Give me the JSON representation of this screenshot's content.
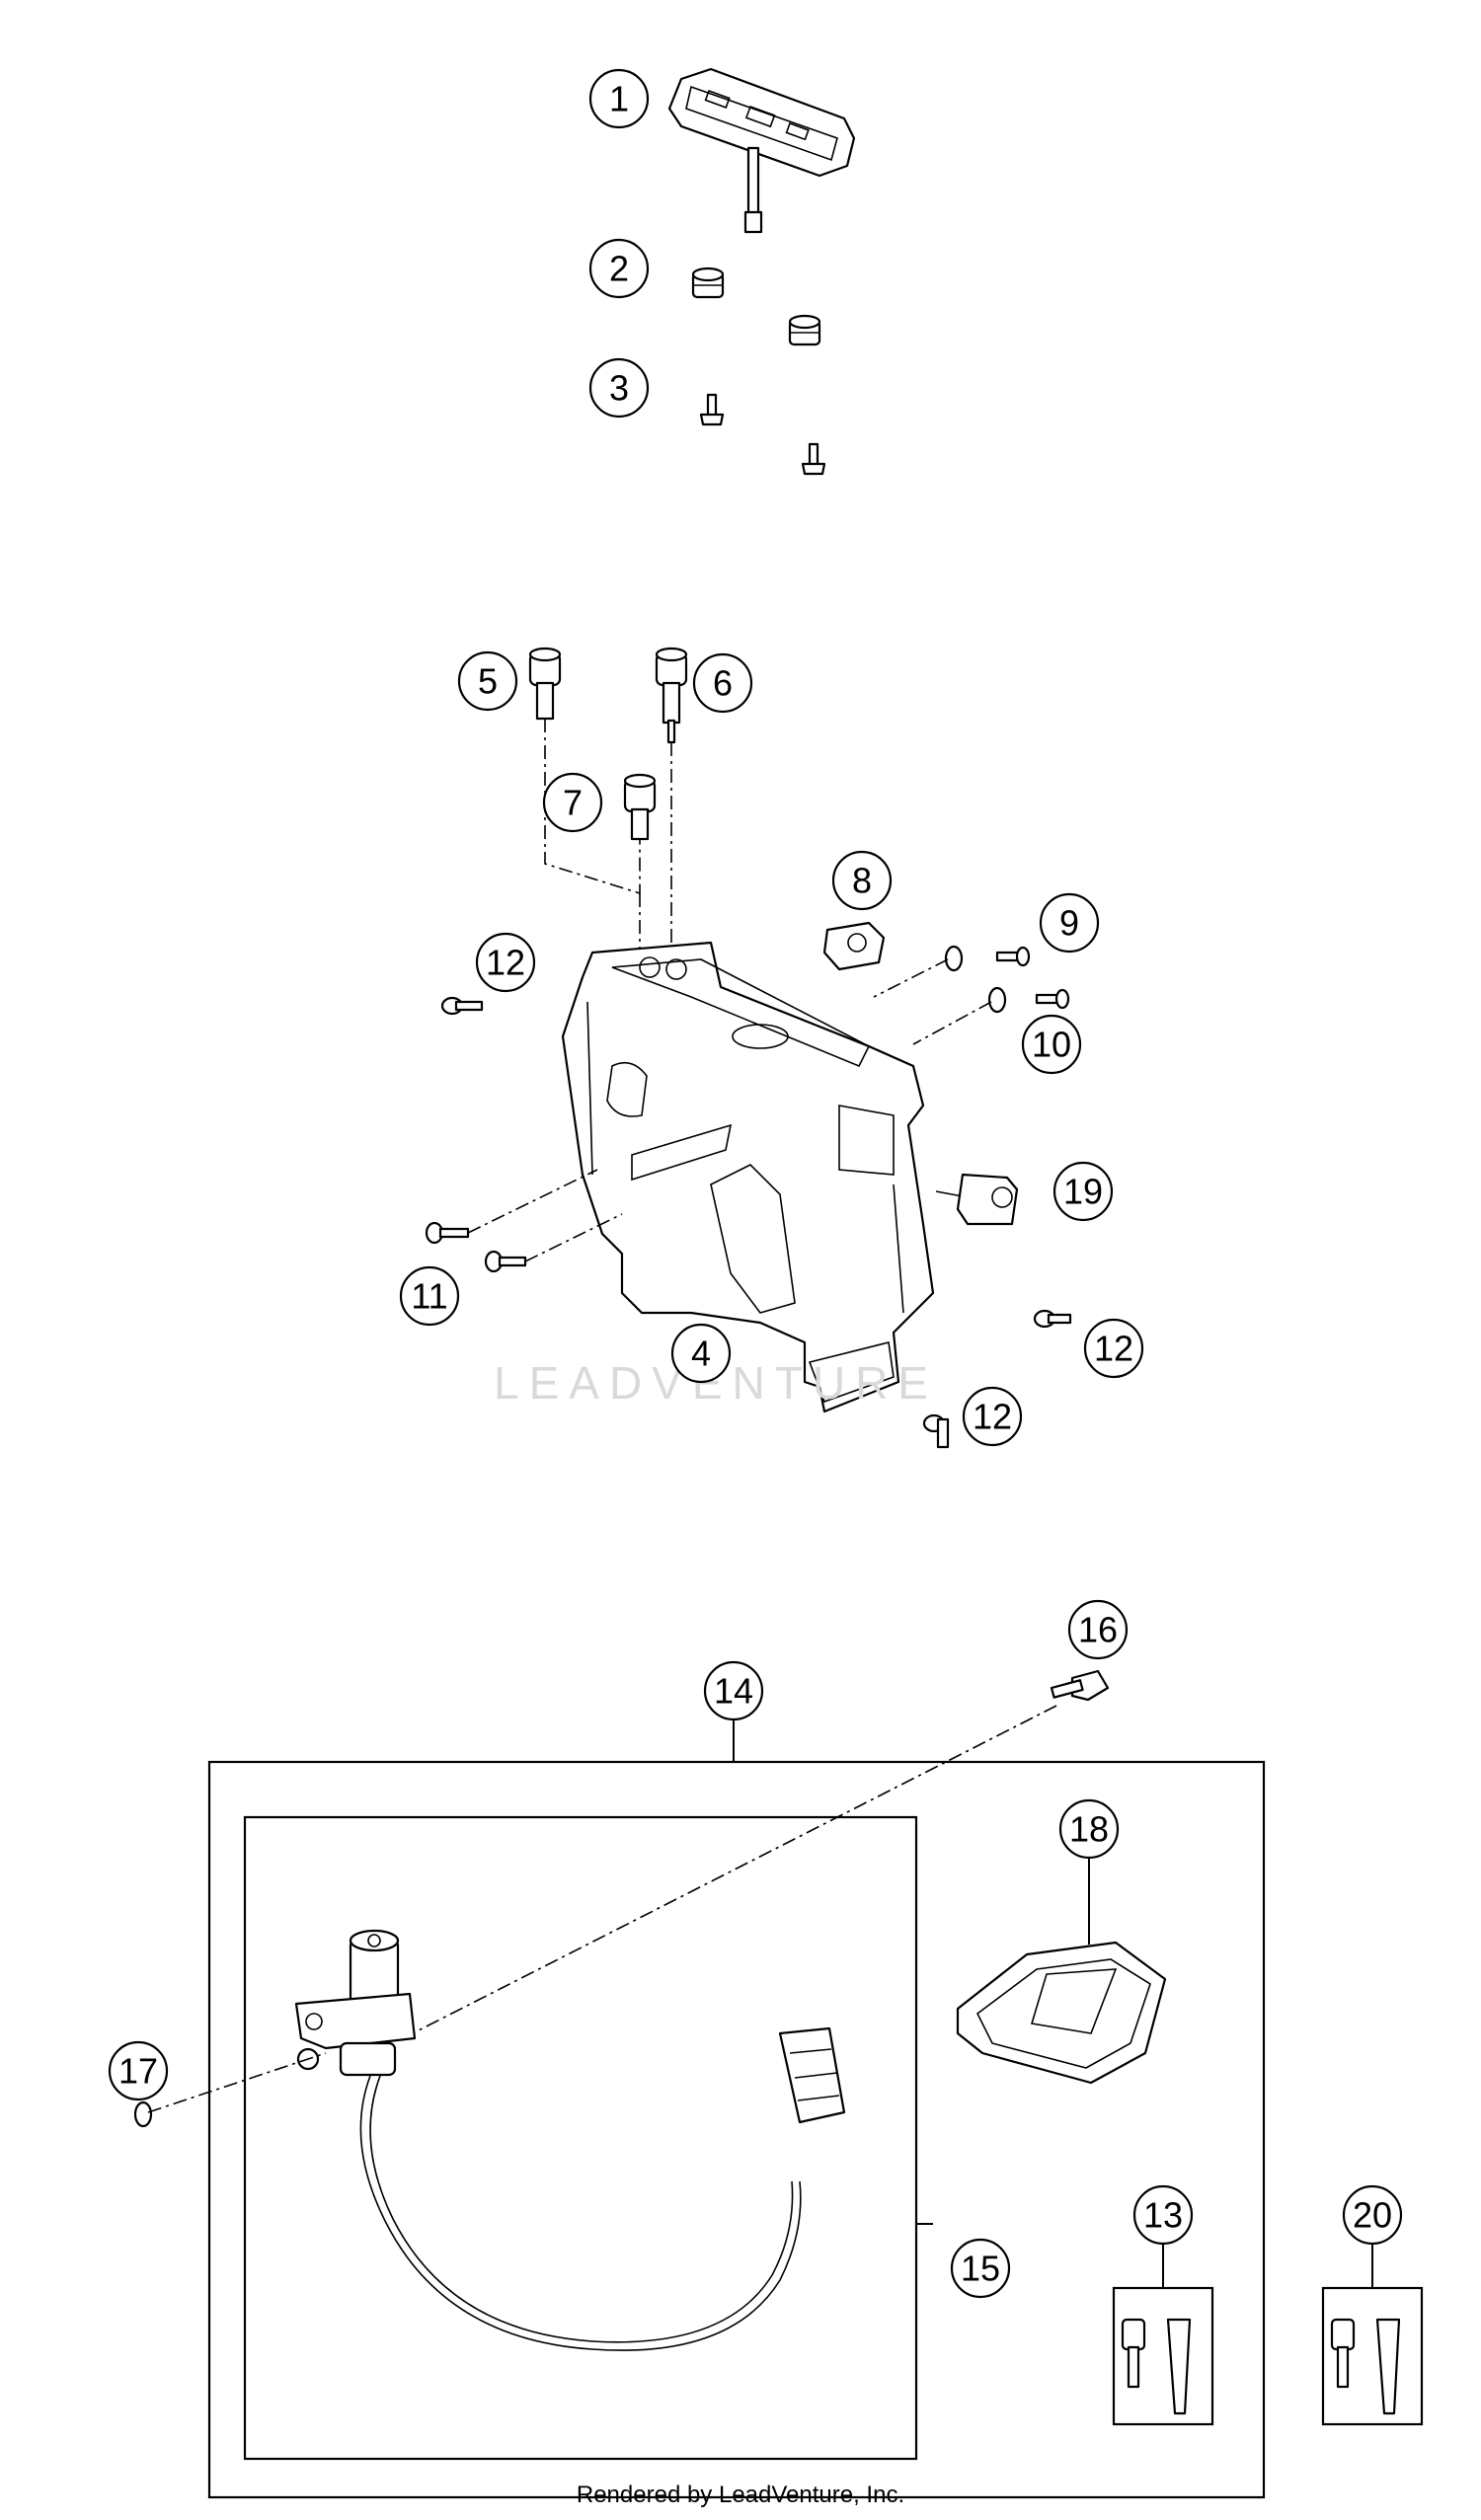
{
  "callouts": [
    {
      "id": "c1",
      "label": "1"
    },
    {
      "id": "c2",
      "label": "2"
    },
    {
      "id": "c3",
      "label": "3"
    },
    {
      "id": "c4",
      "label": "4"
    },
    {
      "id": "c5",
      "label": "5"
    },
    {
      "id": "c6",
      "label": "6"
    },
    {
      "id": "c7",
      "label": "7"
    },
    {
      "id": "c8",
      "label": "8"
    },
    {
      "id": "c9",
      "label": "9"
    },
    {
      "id": "c10",
      "label": "10"
    },
    {
      "id": "c11",
      "label": "11"
    },
    {
      "id": "c12a",
      "label": "12"
    },
    {
      "id": "c12b",
      "label": "12"
    },
    {
      "id": "c12c",
      "label": "12"
    },
    {
      "id": "c13",
      "label": "13"
    },
    {
      "id": "c14",
      "label": "14"
    },
    {
      "id": "c15",
      "label": "15"
    },
    {
      "id": "c16",
      "label": "16"
    },
    {
      "id": "c17",
      "label": "17"
    },
    {
      "id": "c18",
      "label": "18"
    },
    {
      "id": "c19",
      "label": "19"
    },
    {
      "id": "c20",
      "label": "20"
    }
  ],
  "watermark": "LEADVENTURE",
  "footer": "Rendered by LeadVenture, Inc."
}
